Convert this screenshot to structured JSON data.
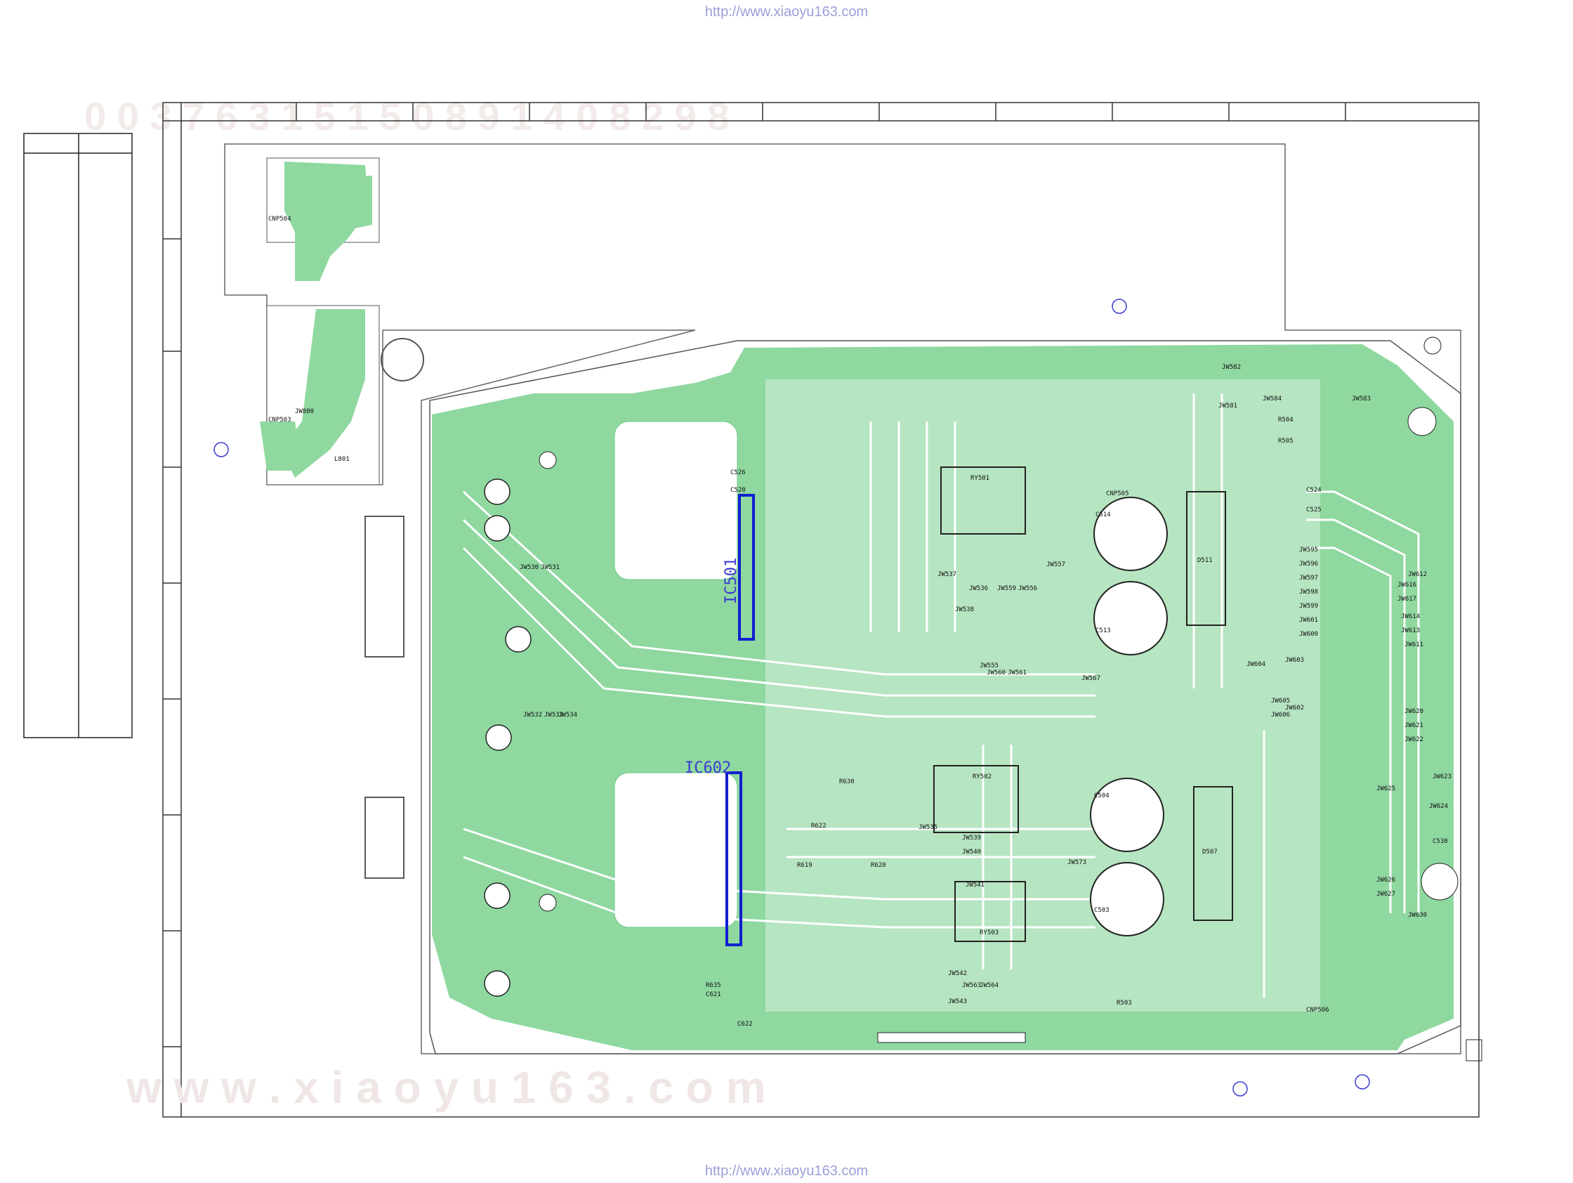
{
  "watermark": {
    "url_top": "http://www.xiaoyu163.com",
    "url_bottom": "http://www.xiaoyu163.com",
    "bottom_big": "w w w . x i a o y u 1 6 3 . c o m",
    "top_digits": "0 0 3 7 6 3 1 5 1 5 0 8 9 1 4 0 8 2 9 8"
  },
  "ics": [
    {
      "ref": "IC501"
    },
    {
      "ref": "IC602"
    }
  ],
  "connectors": [
    {
      "ref": "CNP504"
    },
    {
      "ref": "CNP503"
    },
    {
      "ref": "JW800"
    },
    {
      "ref": "L801"
    }
  ],
  "components": [
    {
      "ref": "RY501"
    },
    {
      "ref": "RY502"
    },
    {
      "ref": "RY503"
    },
    {
      "ref": "C514"
    },
    {
      "ref": "C513"
    },
    {
      "ref": "C504"
    },
    {
      "ref": "C503"
    },
    {
      "ref": "D511"
    },
    {
      "ref": "D507"
    },
    {
      "ref": "C524"
    },
    {
      "ref": "C525"
    },
    {
      "ref": "JW557"
    },
    {
      "ref": "JW567"
    },
    {
      "ref": "JW573"
    },
    {
      "ref": "JW604"
    },
    {
      "ref": "JW602"
    },
    {
      "ref": "JW603"
    },
    {
      "ref": "JW605"
    },
    {
      "ref": "JW606"
    },
    {
      "ref": "C526"
    },
    {
      "ref": "C520"
    },
    {
      "ref": "C622"
    },
    {
      "ref": "C621"
    },
    {
      "ref": "R630"
    },
    {
      "ref": "R622"
    },
    {
      "ref": "R619"
    },
    {
      "ref": "R620"
    },
    {
      "ref": "R635"
    },
    {
      "ref": "JW623"
    },
    {
      "ref": "JW624"
    },
    {
      "ref": "JW625"
    },
    {
      "ref": "JW626"
    },
    {
      "ref": "JW627"
    },
    {
      "ref": "JW630"
    },
    {
      "ref": "C530"
    },
    {
      "ref": "JW599"
    },
    {
      "ref": "JW598"
    },
    {
      "ref": "JW597"
    },
    {
      "ref": "JW596"
    },
    {
      "ref": "JW595"
    },
    {
      "ref": "JW601"
    },
    {
      "ref": "JW600"
    },
    {
      "ref": "JW616"
    },
    {
      "ref": "JW617"
    },
    {
      "ref": "JW614"
    },
    {
      "ref": "JW613"
    },
    {
      "ref": "JW612"
    },
    {
      "ref": "JW611"
    },
    {
      "ref": "JW620"
    },
    {
      "ref": "JW621"
    },
    {
      "ref": "JW622"
    },
    {
      "ref": "JW584"
    },
    {
      "ref": "JW583"
    },
    {
      "ref": "JW582"
    },
    {
      "ref": "JW581"
    },
    {
      "ref": "CNP505"
    },
    {
      "ref": "CNP506"
    },
    {
      "ref": "JW540"
    },
    {
      "ref": "JW541"
    },
    {
      "ref": "JW539"
    },
    {
      "ref": "JW535"
    },
    {
      "ref": "JW536"
    },
    {
      "ref": "JW537"
    },
    {
      "ref": "JW538"
    },
    {
      "ref": "JW530"
    },
    {
      "ref": "JW531"
    },
    {
      "ref": "JW532"
    },
    {
      "ref": "JW533"
    },
    {
      "ref": "JW534"
    },
    {
      "ref": "JW542"
    },
    {
      "ref": "JW543"
    },
    {
      "ref": "R503"
    },
    {
      "ref": "R504"
    },
    {
      "ref": "R505"
    },
    {
      "ref": "JW563"
    },
    {
      "ref": "JW564"
    },
    {
      "ref": "JW560"
    },
    {
      "ref": "JW561"
    },
    {
      "ref": "JW555"
    },
    {
      "ref": "JW559"
    },
    {
      "ref": "JW556"
    }
  ],
  "colors": {
    "copper": "#8fd8a0",
    "copper_dark": "#6cc985",
    "board_outline": "#444444",
    "ic_highlight": "#1020d0",
    "ic_label": "#3b3bd0",
    "watermark": "#f0e4e4",
    "marker_circle": "#3b3bd0"
  }
}
